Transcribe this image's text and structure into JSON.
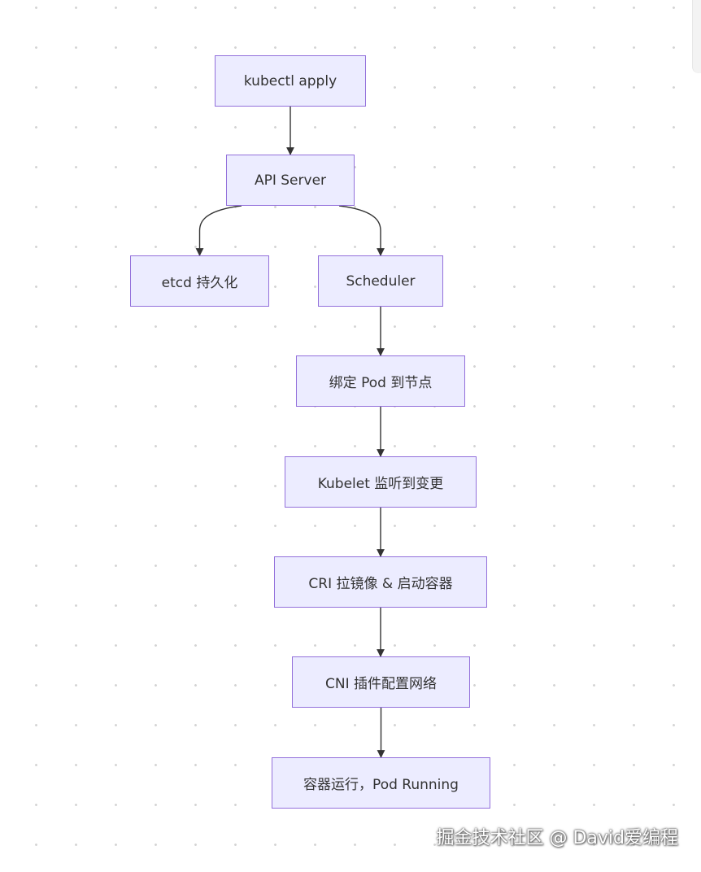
{
  "diagram": {
    "nodes": [
      {
        "id": "kubectl",
        "label": "kubectl apply"
      },
      {
        "id": "api",
        "label": "API Server"
      },
      {
        "id": "etcd",
        "label": "etcd 持久化"
      },
      {
        "id": "scheduler",
        "label": "Scheduler"
      },
      {
        "id": "bind",
        "label": "绑定 Pod 到节点"
      },
      {
        "id": "kubelet",
        "label": "Kubelet 监听到变更"
      },
      {
        "id": "cri",
        "label": "CRI 拉镜像 & 启动容器"
      },
      {
        "id": "cni",
        "label": "CNI 插件配置网络"
      },
      {
        "id": "running",
        "label": "容器运行，Pod Running"
      }
    ],
    "edges": [
      {
        "from": "kubectl",
        "to": "api"
      },
      {
        "from": "api",
        "to": "etcd"
      },
      {
        "from": "api",
        "to": "scheduler"
      },
      {
        "from": "scheduler",
        "to": "bind"
      },
      {
        "from": "bind",
        "to": "kubelet"
      },
      {
        "from": "kubelet",
        "to": "cri"
      },
      {
        "from": "cri",
        "to": "cni"
      },
      {
        "from": "cni",
        "to": "running"
      }
    ],
    "colors": {
      "node_fill": "#ececff",
      "node_border": "#9370db",
      "edge": "#333333",
      "text": "#333333"
    }
  },
  "watermark": "掘金技术社区 @ David爱编程"
}
